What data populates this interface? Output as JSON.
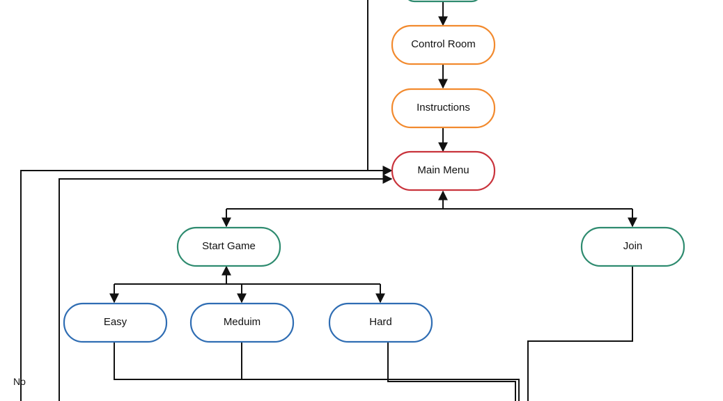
{
  "colors": {
    "orange": "#f28a2e",
    "red": "#c9333c",
    "green": "#2e8b6f",
    "blue": "#2f6db3",
    "line": "#111111"
  },
  "nodes": {
    "control_room": {
      "label": "Control Room",
      "color": "orange"
    },
    "instructions": {
      "label": "Instructions",
      "color": "orange"
    },
    "main_menu": {
      "label": "Main Menu",
      "color": "red"
    },
    "start_game": {
      "label": "Start Game",
      "color": "green"
    },
    "join": {
      "label": "Join",
      "color": "green"
    },
    "easy": {
      "label": "Easy",
      "color": "blue"
    },
    "medium": {
      "label": "Meduim",
      "color": "blue"
    },
    "hard": {
      "label": "Hard",
      "color": "blue"
    },
    "top_partial": {
      "label": "",
      "color": "green"
    }
  },
  "labels": {
    "no": "No"
  }
}
